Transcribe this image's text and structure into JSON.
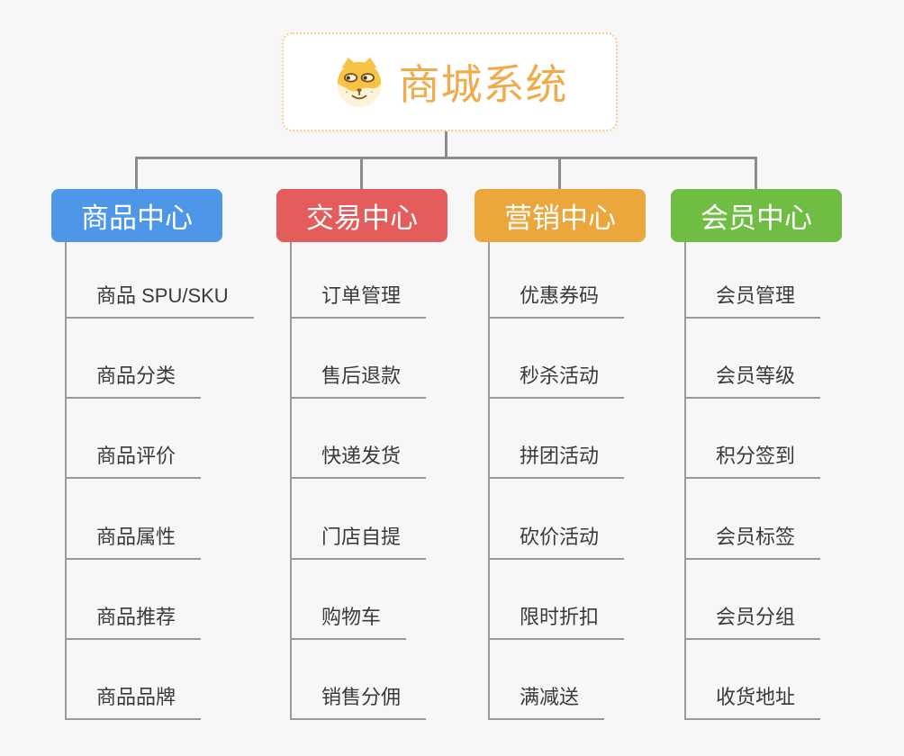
{
  "app": {
    "type": "mind-map-diagram",
    "background_color": "#f7f7f7",
    "connector_color": "#8c8c8c",
    "leaf_line_color": "#999999",
    "leaf_text_color": "#3a3a3a"
  },
  "root": {
    "title": "商城系统",
    "icon": "dog-face-icon",
    "text_color": "#f0ac4b",
    "border_color": "#f2cd8c",
    "background": "#ffffff"
  },
  "branches": [
    {
      "label": "商品中心",
      "color": "#4d96e8",
      "items": [
        "商品 SPU/SKU",
        "商品分类",
        "商品评价",
        "商品属性",
        "商品推荐",
        "商品品牌"
      ]
    },
    {
      "label": "交易中心",
      "color": "#e45c5b",
      "items": [
        "订单管理",
        "售后退款",
        "快递发货",
        "门店自提",
        "购物车",
        "销售分佣"
      ]
    },
    {
      "label": "营销中心",
      "color": "#eba63c",
      "items": [
        "优惠券码",
        "秒杀活动",
        "拼团活动",
        "砍价活动",
        "限时折扣",
        "满减送"
      ]
    },
    {
      "label": "会员中心",
      "color": "#6fbe43",
      "items": [
        "会员管理",
        "会员等级",
        "积分签到",
        "会员标签",
        "会员分组",
        "收货地址"
      ]
    }
  ]
}
